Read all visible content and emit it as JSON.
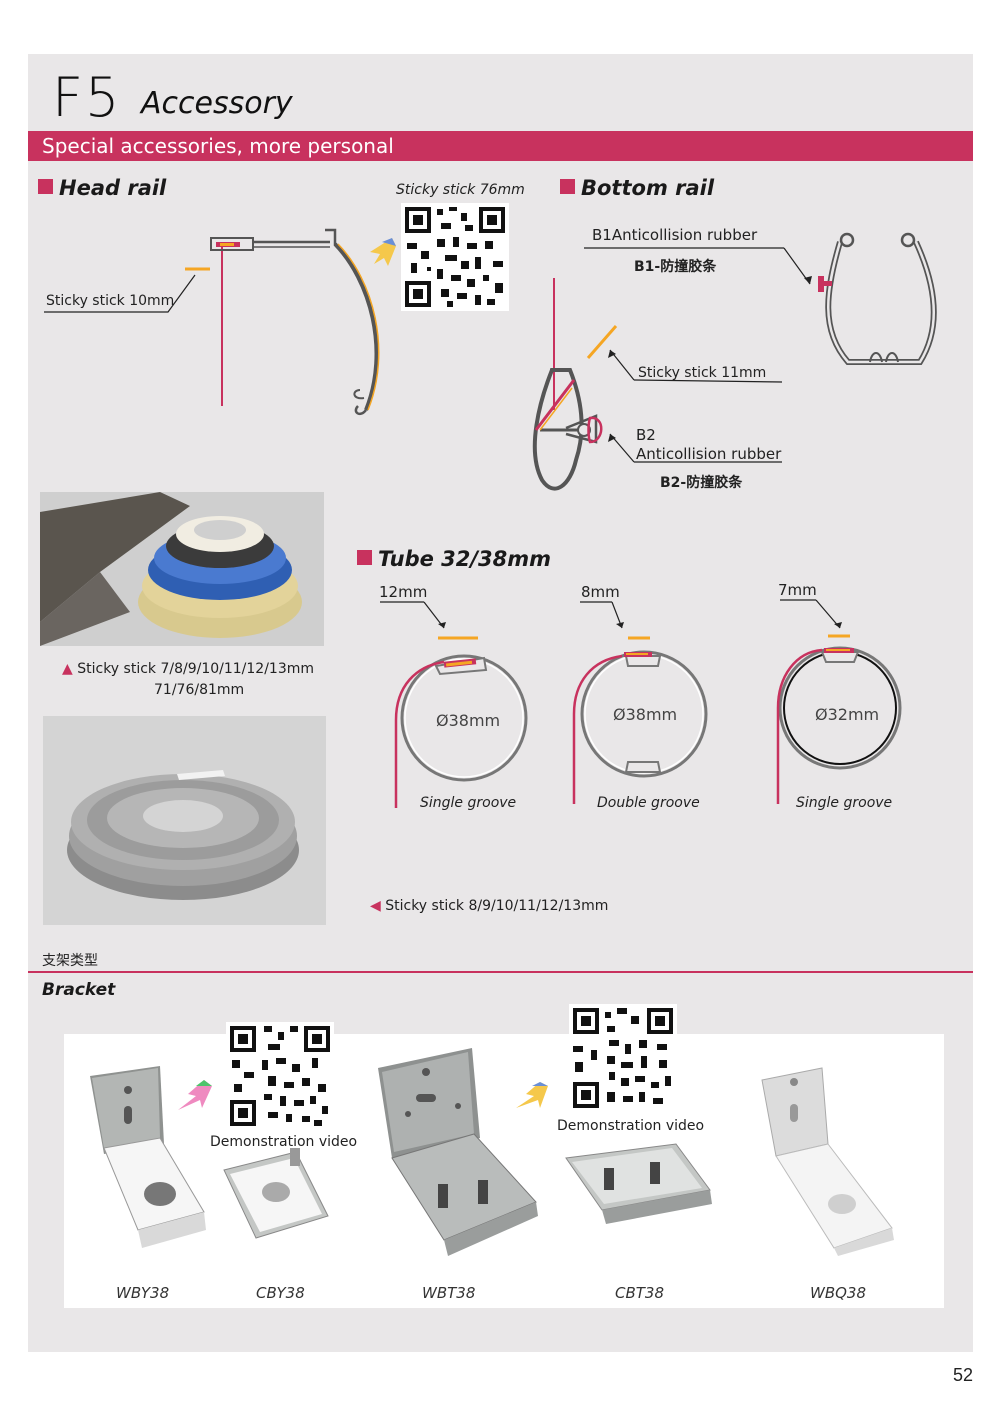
{
  "header": {
    "code": "F5",
    "title": "Accessory",
    "subtitle": "Special accessories, more personal"
  },
  "head_rail": {
    "title": "Head rail",
    "sticky_76": "Sticky stick 76mm",
    "sticky_10": "Sticky stick 10mm"
  },
  "bottom_rail": {
    "title": "Bottom rail",
    "b1_label": "B1Anticollision rubber",
    "b1_cn": "B1-防撞胶条",
    "sticky_11": "Sticky stick 11mm",
    "b2_code": "B2",
    "b2_label": "Anticollision rubber",
    "b2_cn": "B2-防撞胶条"
  },
  "tape_photo": {
    "caption_line1": "Sticky stick 7/8/9/10/11/12/13mm",
    "caption_line2": "71/76/81mm"
  },
  "tube": {
    "title": "Tube 32/38mm",
    "items": [
      {
        "width": "12mm",
        "diameter": "Ø38mm",
        "groove": "Single groove"
      },
      {
        "width": "8mm",
        "diameter": "Ø38mm",
        "groove": "Double groove"
      },
      {
        "width": "7mm",
        "diameter": "Ø32mm",
        "groove": "Single groove"
      }
    ],
    "caption": "Sticky stick 8/9/10/11/12/13mm"
  },
  "bracket": {
    "title_cn": "支架类型",
    "title": "Bracket",
    "demo_label_1": "Demonstration video",
    "demo_label_2": "Demonstration video",
    "items": [
      "WBY38",
      "CBY38",
      "WBT38",
      "CBT38",
      "WBQ38"
    ]
  },
  "page_number": "52",
  "colors": {
    "accent": "#c8325e",
    "panel": "#e9e7e8",
    "orange": "#f5a623"
  }
}
